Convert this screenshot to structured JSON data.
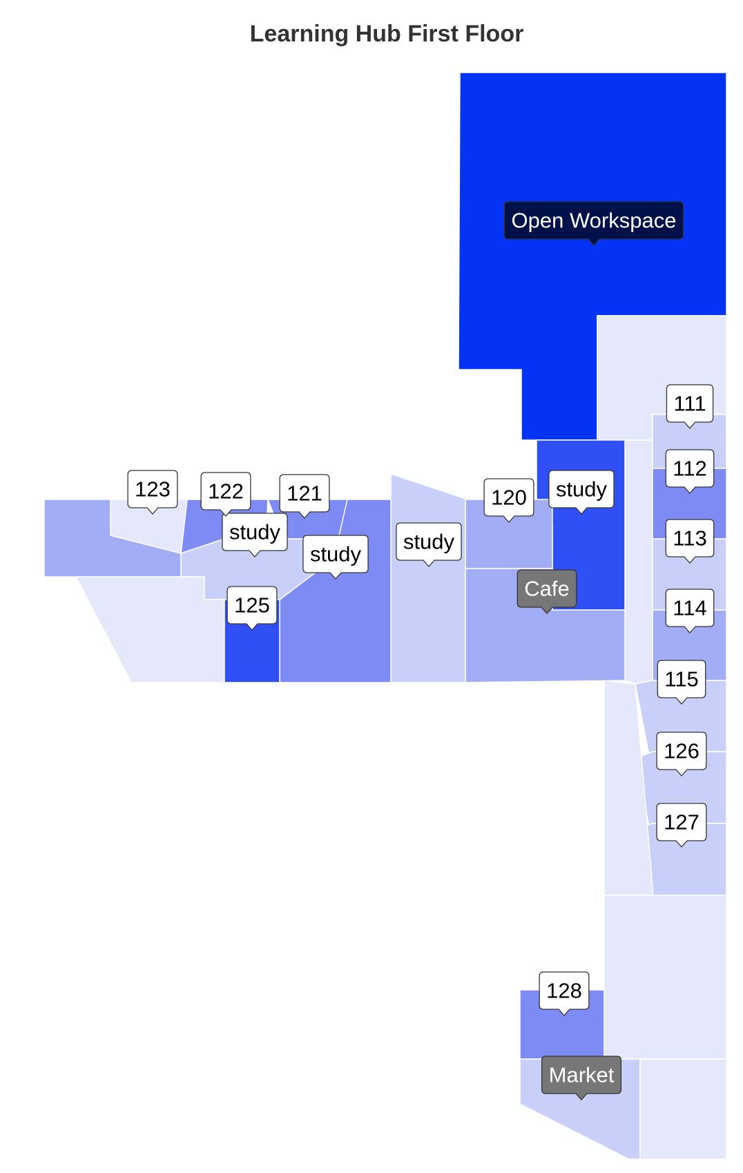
{
  "title": "Learning Hub First Floor",
  "colors": {
    "level0": "#e5e8fa",
    "level1": "#c8d0f9",
    "level2": "#a3adf6",
    "level3": "#7e8bf5",
    "level4": "#3050f5",
    "level5": "#0433f5",
    "label_white": "#ffffff",
    "label_dark": "#001048",
    "label_gray": "#777777"
  },
  "labels": [
    {
      "id": "open-workspace",
      "text": "Open Workspace",
      "style": "dark"
    },
    {
      "id": "111",
      "text": "111",
      "style": "white"
    },
    {
      "id": "112",
      "text": "112",
      "style": "white"
    },
    {
      "id": "113",
      "text": "113",
      "style": "white"
    },
    {
      "id": "114",
      "text": "114",
      "style": "white"
    },
    {
      "id": "115",
      "text": "115",
      "style": "white"
    },
    {
      "id": "126",
      "text": "126",
      "style": "white"
    },
    {
      "id": "127",
      "text": "127",
      "style": "white"
    },
    {
      "id": "120",
      "text": "120",
      "style": "white"
    },
    {
      "id": "study-a",
      "text": "study",
      "style": "white"
    },
    {
      "id": "cafe",
      "text": "Cafe",
      "style": "gray"
    },
    {
      "id": "study-b",
      "text": "study",
      "style": "white"
    },
    {
      "id": "study-c",
      "text": "study",
      "style": "white"
    },
    {
      "id": "study-d",
      "text": "study",
      "style": "white"
    },
    {
      "id": "123",
      "text": "123",
      "style": "white"
    },
    {
      "id": "122",
      "text": "122",
      "style": "white"
    },
    {
      "id": "121",
      "text": "121",
      "style": "white"
    },
    {
      "id": "125",
      "text": "125",
      "style": "white"
    },
    {
      "id": "128",
      "text": "128",
      "style": "white"
    },
    {
      "id": "market",
      "text": "Market",
      "style": "gray"
    }
  ]
}
